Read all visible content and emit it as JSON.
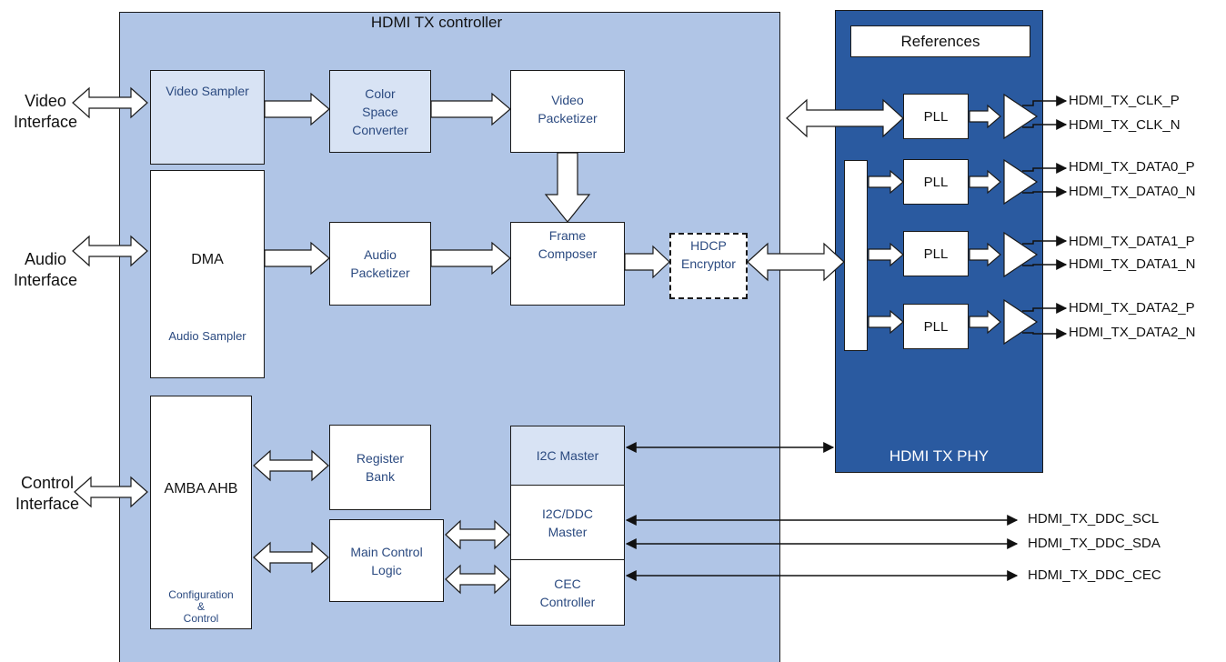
{
  "controller": {
    "title": "HDMI TX controller"
  },
  "phy": {
    "title": "HDMI TX PHY",
    "references": "References",
    "pll_label": "PLL"
  },
  "interfaces": {
    "video": "Video\nInterface",
    "audio": "Audio\nInterface",
    "control": "Control\nInterface"
  },
  "blocks": {
    "video_sampler": "Video Sampler",
    "color_space_converter": "Color\nSpace\nConverter",
    "video_packetizer": "Video\nPacketizer",
    "dma": "DMA",
    "audio_sampler": "Audio Sampler",
    "audio_packetizer": "Audio\nPacketizer",
    "frame_composer": "Frame\nComposer",
    "hdcp_encryptor": "HDCP\nEncryptor",
    "amba_ahb": "AMBA AHB",
    "configuration_control": "Configuration\n&\nControl",
    "register_bank": "Register\nBank",
    "main_control_logic": "Main Control\nLogic",
    "i2c_master": "I2C Master",
    "i2c_ddc_master": "I2C/DDC\nMaster",
    "cec_controller": "CEC\nController"
  },
  "signals": {
    "clk_p": "HDMI_TX_CLK_P",
    "clk_n": "HDMI_TX_CLK_N",
    "data0_p": "HDMI_TX_DATA0_P",
    "data0_n": "HDMI_TX_DATA0_N",
    "data1_p": "HDMI_TX_DATA1_P",
    "data1_n": "HDMI_TX_DATA1_N",
    "data2_p": "HDMI_TX_DATA2_P",
    "data2_n": "HDMI_TX_DATA2_N",
    "ddc_scl": "HDMI_TX_DDC_SCL",
    "ddc_sda": "HDMI_TX_DDC_SDA",
    "ddc_cec": "HDMI_TX_DDC_CEC"
  },
  "colors": {
    "controller_bg": "#b0c5e6",
    "phy_bg": "#2a5aa0",
    "light_block": "#d8e3f4",
    "block_text": "#2b4a80"
  }
}
